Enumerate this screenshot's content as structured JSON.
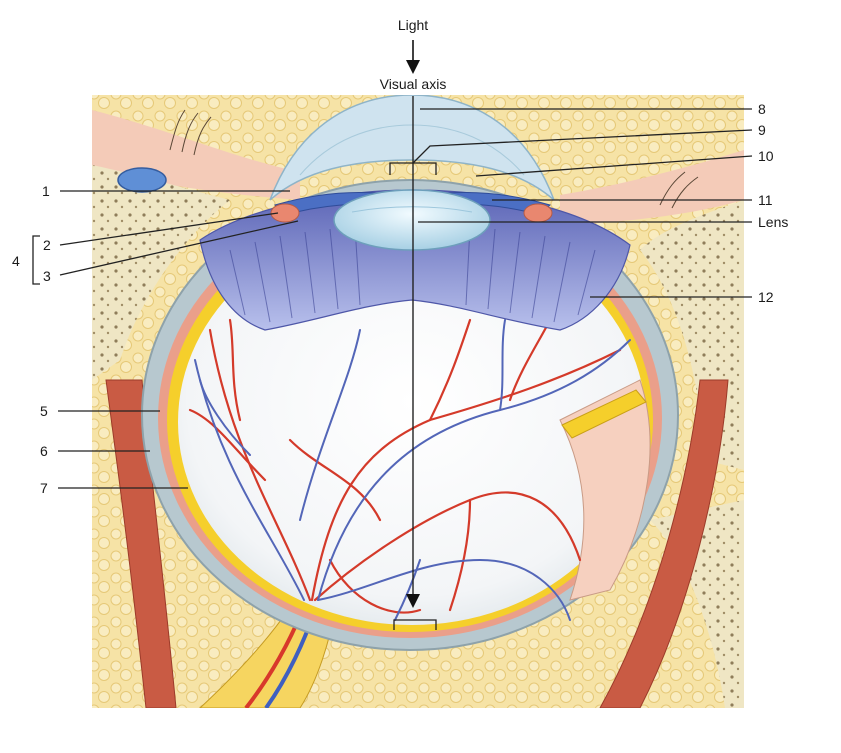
{
  "header": {
    "light_label": "Light",
    "axis_label": "Visual axis"
  },
  "labels": {
    "l1": "1",
    "l2": "2",
    "l3": "3",
    "l4": "4",
    "l5": "5",
    "l6": "6",
    "l7": "7",
    "l8": "8",
    "l9": "9",
    "l10": "10",
    "l11": "11",
    "l12": "12",
    "lens": "Lens"
  },
  "colors": {
    "bone": "#efe7c2",
    "fat": "#f4dd9a",
    "sclera": "#b9c8ce",
    "choroid": "#e79a86",
    "retina": "#f6d12a",
    "ciliary": "#6d78c8",
    "cornea": "#cfe2ee",
    "artery": "#d43a2a",
    "vein": "#5366b8",
    "muscle": "#c8553f"
  }
}
